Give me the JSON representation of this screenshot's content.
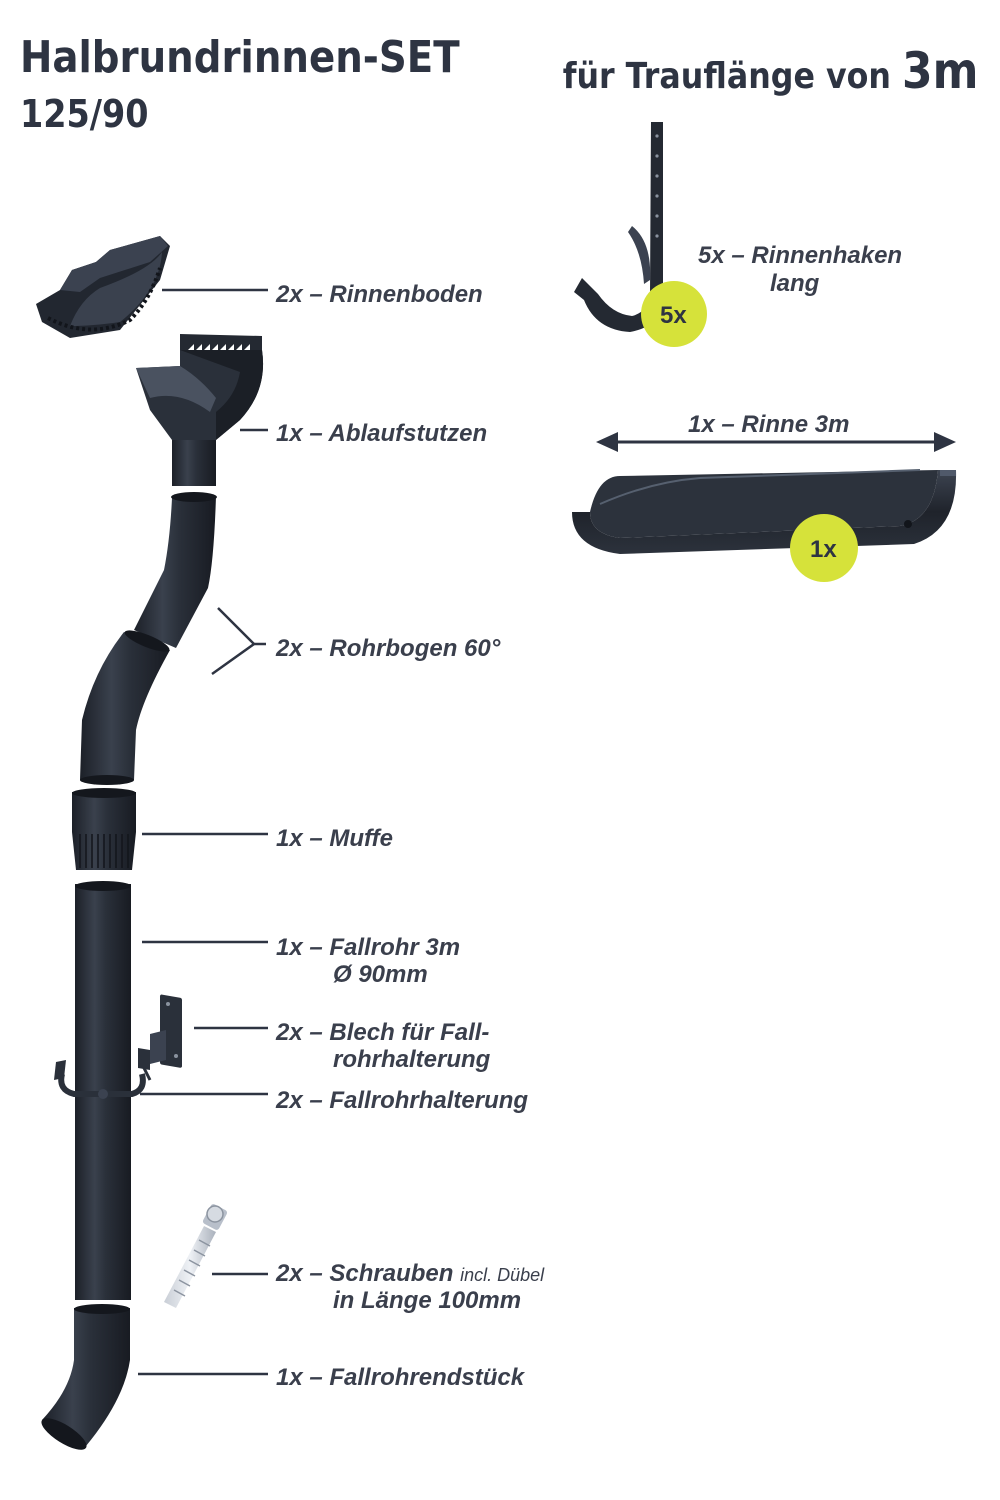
{
  "header": {
    "title": "Halbrundrinnen-SET",
    "subtitle": "125/90",
    "right_prefix": "für Trauflänge von ",
    "right_value": "3m"
  },
  "labels": {
    "rinnenboden": "2x – Rinnenboden",
    "ablaufstutzen": "1x – Ablaufstutzen",
    "rohrbogen": "2x – Rohrbogen 60°",
    "muffe": "1x – Muffe",
    "fallrohr_line1": "1x – Fallrohr 3m",
    "fallrohr_line2": "Ø 90mm",
    "blech_line1": "2x – Blech für Fall-",
    "blech_line2": "rohrhalterung",
    "fallrohrhalterung": "2x – Fallrohrhalterung",
    "schrauben_main": "2x – Schrauben",
    "schrauben_small": "incl. Dübel",
    "schrauben_line2": "in Länge 100mm",
    "endstueck": "1x – Fallrohrendstück",
    "rinnenhaken_line1": "5x – Rinnenhaken",
    "rinnenhaken_line2": "lang",
    "rinne": "1x – Rinne 3m"
  },
  "badges": {
    "haken": "5x",
    "rinne": "1x"
  },
  "colors": {
    "metal": "#252b35",
    "metal_highlight": "#4a5361",
    "text": "#3a3f4c",
    "badge": "#d6e23a",
    "line": "#2e3442"
  }
}
